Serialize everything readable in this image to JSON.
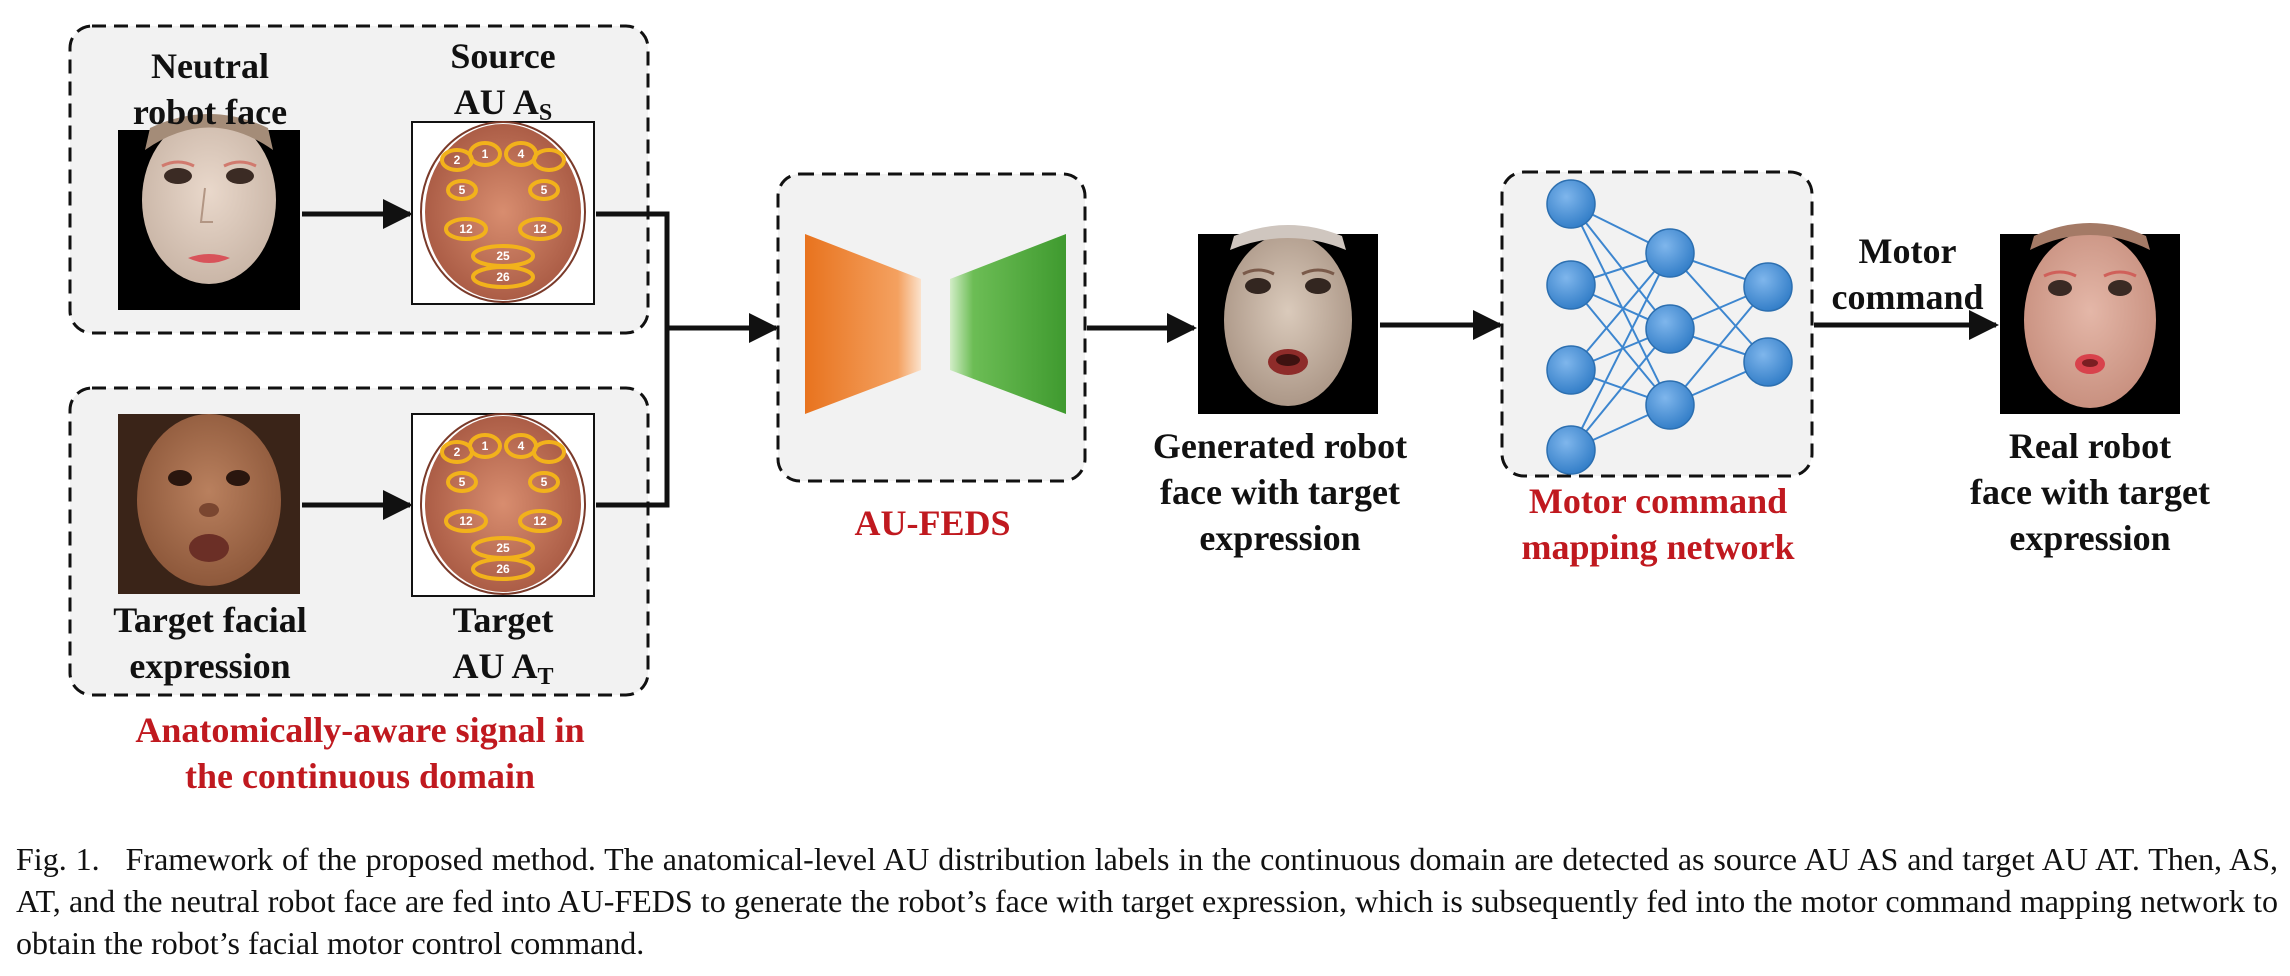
{
  "labels": {
    "neutral_face": [
      "Neutral",
      "robot face"
    ],
    "source_au": {
      "line1": "Source",
      "line2": "AU A",
      "sub": "S"
    },
    "target_face": [
      "Target facial",
      "expression"
    ],
    "target_au": {
      "line1": "Target",
      "line2": "AU A",
      "sub": "T"
    },
    "anat_signal": [
      "Anatomically-aware signal in",
      "the continuous domain"
    ],
    "au_feds": "AU-FEDS",
    "generated": [
      "Generated robot",
      "face with target",
      "expression"
    ],
    "motor_net": [
      "Motor command",
      "mapping network"
    ],
    "motor_cmd": [
      "Motor",
      "command"
    ],
    "real_robot": [
      "Real robot",
      "face with target",
      "expression"
    ]
  },
  "au_map_numbers": [
    "1",
    "2",
    "4",
    "5",
    "5",
    "12",
    "12",
    "25",
    "26"
  ],
  "caption": {
    "figure": "Fig. 1.",
    "text": "Framework of the proposed method. The anatomical-level AU distribution labels in the continuous domain are detected as source AU AS and target AU AT. Then, AS, AT, and the neutral robot face are fed into AU-FEDS to generate the robot’s face with target expression, which is subsequently fed into the motor command mapping network to obtain the robot’s facial motor control command."
  },
  "colors": {
    "label_red": "#c0191f",
    "encoder_orange": "#e8731e",
    "decoder_green": "#3f9a2f",
    "node_blue": "#3d86cf",
    "box_fill": "#f2f2f2"
  }
}
